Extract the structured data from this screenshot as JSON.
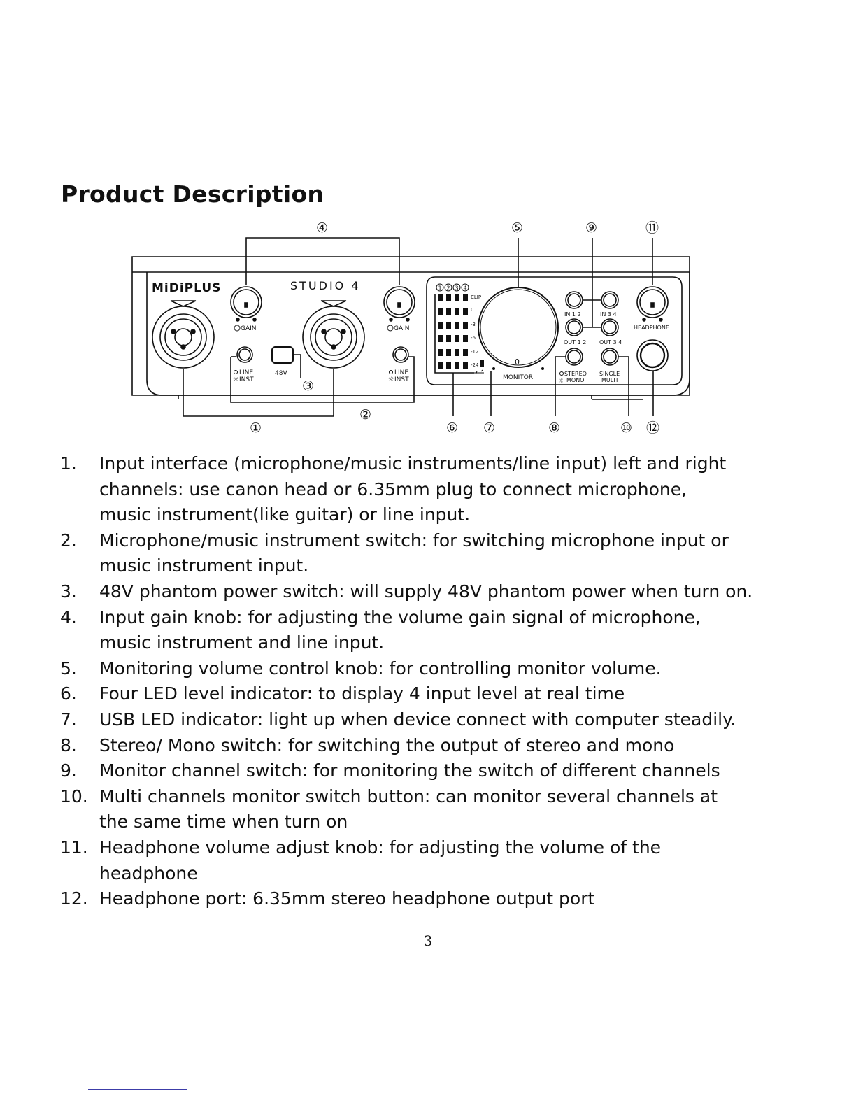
{
  "heading": "Product Description",
  "diagram": {
    "brand": "MiDiPLUS",
    "model": "STUDIO 4",
    "panel_labels": {
      "gain1": "GAIN",
      "gain2": "GAIN",
      "line1": "LINE",
      "inst1": "INST",
      "line2": "LINE",
      "inst2": "INST",
      "phantom": "48V",
      "meter_clip": "CLIP",
      "meter_0": "0",
      "meter_3": "-3",
      "meter_6": "-6",
      "meter_12": "-12",
      "meter_24": "-24",
      "monitor_zero": "0",
      "monitor": "MONITOR",
      "in12": "IN 1 2",
      "in34": "IN 3 4",
      "out12": "OUT 1 2",
      "out34": "OUT 3 4",
      "stereo": "STEREO",
      "mono": "MONO",
      "single": "SINGLE",
      "multi": "MULTI",
      "headphone": "HEADPHONE"
    },
    "meter_channels": [
      "1",
      "2",
      "3",
      "4"
    ],
    "callouts": {
      "c1": "①",
      "c2": "②",
      "c3": "③",
      "c4": "④",
      "c5": "⑤",
      "c6": "⑥",
      "c7": "⑦",
      "c8": "⑧",
      "c9": "⑨",
      "c10": "⑩",
      "c11": "⑪",
      "c12": "⑫"
    }
  },
  "items": [
    {
      "num": "1.",
      "lines": [
        "Input interface (microphone/music instruments/line input) left and right",
        "channels: use canon head or 6.35mm plug to connect microphone,",
        "music instrument(like guitar) or line input."
      ]
    },
    {
      "num": "2.",
      "lines": [
        "Microphone/music instrument switch: for switching microphone input or",
        "music instrument input."
      ]
    },
    {
      "num": "3.",
      "lines": [
        "48V phantom power switch: will supply 48V phantom power when turn on."
      ]
    },
    {
      "num": "4.",
      "lines": [
        "Input gain knob: for adjusting the volume gain signal of microphone,",
        "music instrument and line input."
      ]
    },
    {
      "num": "5.",
      "lines": [
        "Monitoring volume control knob: for controlling monitor volume."
      ]
    },
    {
      "num": "6.",
      "lines": [
        "Four LED level indicator: to display 4 input level at real time"
      ]
    },
    {
      "num": "7.",
      "lines": [
        "USB LED indicator: light up when device connect with computer steadily."
      ]
    },
    {
      "num": "8.",
      "lines": [
        "Stereo/ Mono switch: for switching the output of stereo and mono"
      ]
    },
    {
      "num": "9.",
      "lines": [
        "Monitor channel switch: for monitoring the switch of different channels"
      ]
    },
    {
      "num": "10.",
      "lines": [
        "Multi channels monitor switch button: can monitor several channels at",
        "the same time when turn on"
      ]
    },
    {
      "num": "11.",
      "lines": [
        "Headphone volume adjust knob: for adjusting the volume of the",
        "headphone"
      ]
    },
    {
      "num": "12.",
      "lines": [
        "Headphone port: 6.35mm stereo headphone output port"
      ]
    }
  ],
  "page_number": "3"
}
